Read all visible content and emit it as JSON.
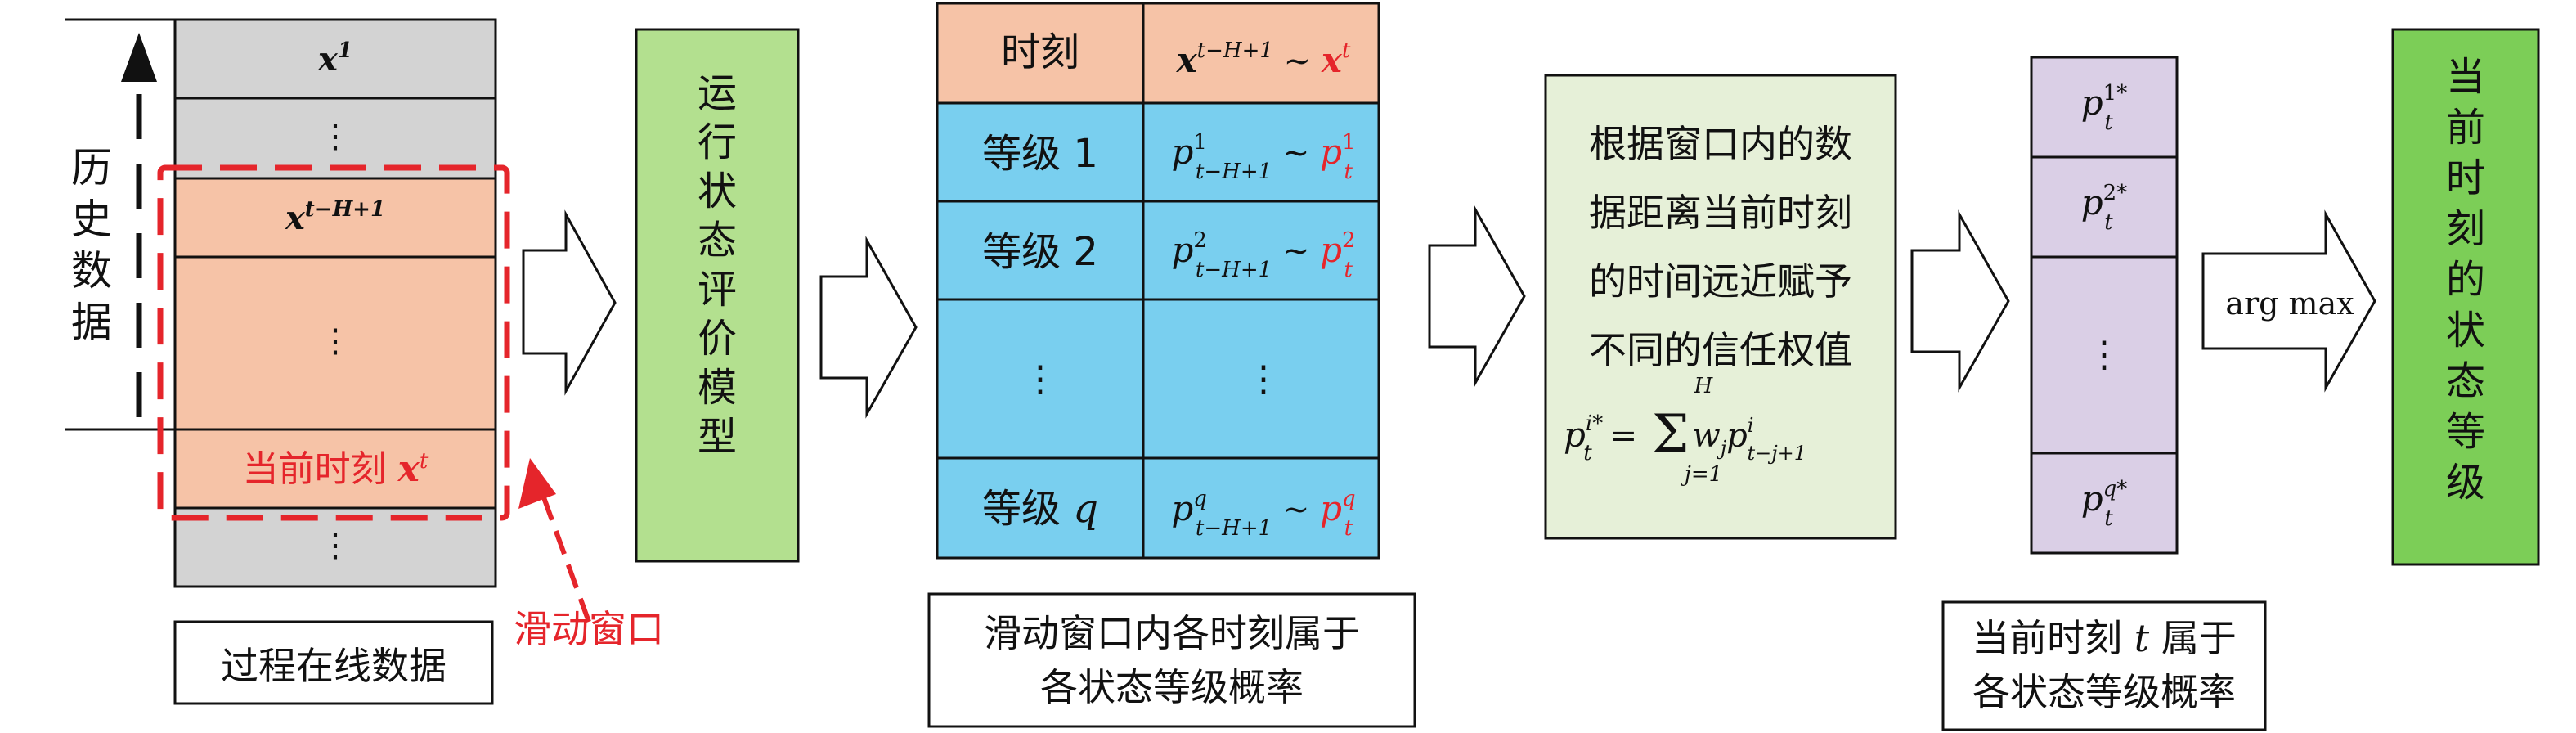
{
  "history": {
    "side_label": [
      "历",
      "史",
      "数",
      "据"
    ],
    "rows": [
      "x¹",
      "⋮",
      "x^{t-H+1}",
      "⋮",
      "当前时刻 x^t",
      "⋮"
    ],
    "caption": "过程在线数据",
    "window_label": "滑动窗口"
  },
  "model": {
    "label": [
      "运",
      "行",
      "状",
      "态",
      "评",
      "价",
      "模",
      "型"
    ]
  },
  "prob_table": {
    "header": {
      "left": "时刻",
      "right_start": "x^{t-H+1}",
      "tilde": "~",
      "right_end": "x^t"
    },
    "rows": [
      {
        "level": "等级 1",
        "start": "p^1_{t-H+1}",
        "tilde": "~",
        "end": "p^1_t"
      },
      {
        "level": "等级 2",
        "start": "p^2_{t-H+1}",
        "tilde": "~",
        "end": "p^2_t"
      },
      {
        "level": "⋮",
        "start": "",
        "tilde": "⋮",
        "end": ""
      },
      {
        "level": "等级 q",
        "start": "p^q_{t-H+1}",
        "tilde": "~",
        "end": "p^q_t"
      }
    ],
    "caption": [
      "滑动窗口内各时刻属于",
      "各状态等级概率"
    ]
  },
  "weighting": {
    "text": [
      "根据窗口内的数",
      "据距离当前时刻",
      "的时间远近赋予",
      "不同的信任权值"
    ],
    "formula": "p_t^{i*} = Σ_{j=1}^{H} w_j p^i_{t-j+1}"
  },
  "result_col": {
    "cells": [
      "p_t^{1*}",
      "p_t^{2*}",
      "⋮",
      "p_t^{q*}"
    ],
    "caption": [
      "当前时刻 t 属于",
      "各状态等级概率"
    ]
  },
  "argmax_label": "arg max",
  "final": {
    "label": [
      "当",
      "前",
      "时",
      "刻",
      "的",
      "状",
      "态",
      "等",
      "级"
    ]
  },
  "colors": {
    "gray": "#d3d3d3",
    "salmon": "#f6c3a7",
    "green": "#b3e08f",
    "blue": "#79cfef",
    "light_green": "#e6f0d8",
    "lavender": "#dacfe6",
    "dark_green": "#7cce57",
    "red": "#e5252b"
  }
}
